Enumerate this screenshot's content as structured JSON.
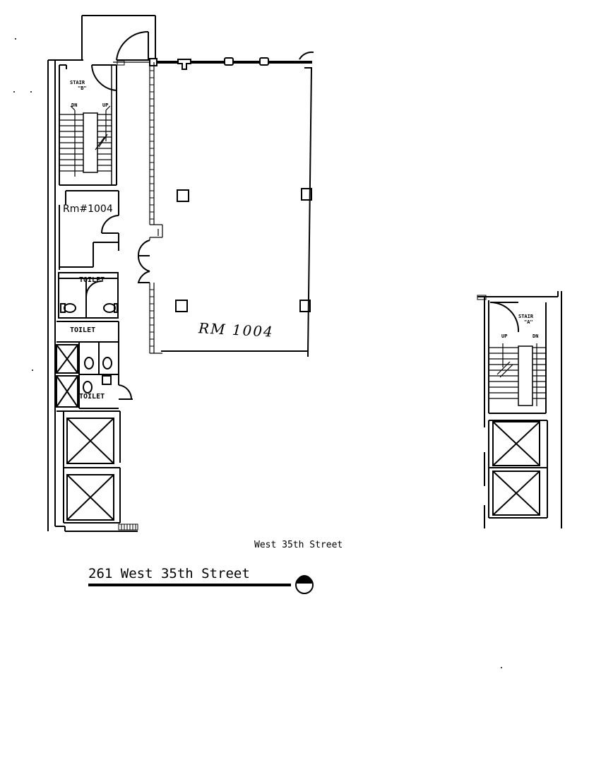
{
  "labels": {
    "stair_b_name": "STAIR",
    "stair_b_letter": "\"B\"",
    "stair_b_dn": "DN",
    "stair_b_up": "UP",
    "room_label": "Rm#1004",
    "toilet_1": "TOILET",
    "toilet_2": "TOILET",
    "toilet_3": "TOILET",
    "room_handwritten": "RM 1004",
    "stair_a_name": "STAIR",
    "stair_a_letter": "\"A\"",
    "stair_a_up": "UP",
    "stair_a_dn": "DN",
    "street_label": "West 35th Street",
    "building_title": "261 West 35th Street"
  },
  "icons": {
    "north_arrow": "north-arrow-icon"
  }
}
